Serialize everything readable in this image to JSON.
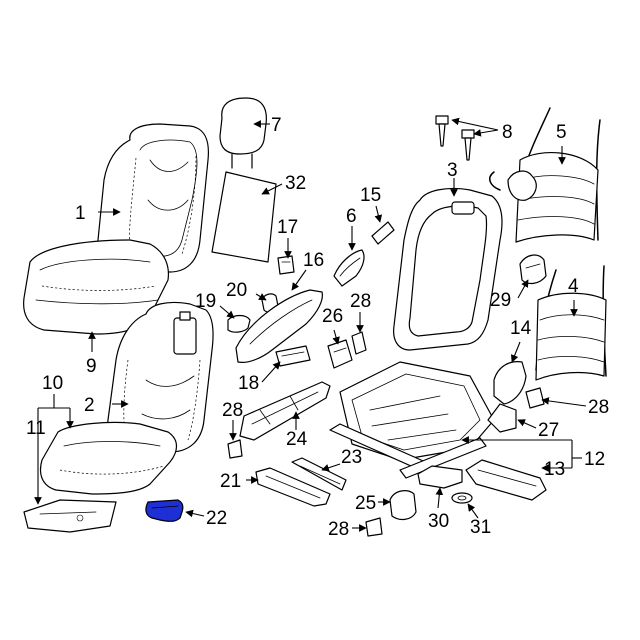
{
  "diagram": {
    "highlight_color": "#1e2fd6",
    "callouts": {
      "c1": "1",
      "c2": "2",
      "c3": "3",
      "c4": "4",
      "c5": "5",
      "c6": "6",
      "c7": "7",
      "c8": "8",
      "c9": "9",
      "c10": "10",
      "c11": "11",
      "c12": "12",
      "c13": "13",
      "c14": "14",
      "c15": "15",
      "c16": "16",
      "c17": "17",
      "c18": "18",
      "c19": "19",
      "c20": "20",
      "c21": "21",
      "c22": "22",
      "c23": "23",
      "c24": "24",
      "c25": "25",
      "c26": "26",
      "c27": "27",
      "c28a": "28",
      "c28b": "28",
      "c28c": "28",
      "c28d": "28",
      "c29": "29",
      "c30": "30",
      "c31": "31",
      "c32": "32"
    }
  }
}
